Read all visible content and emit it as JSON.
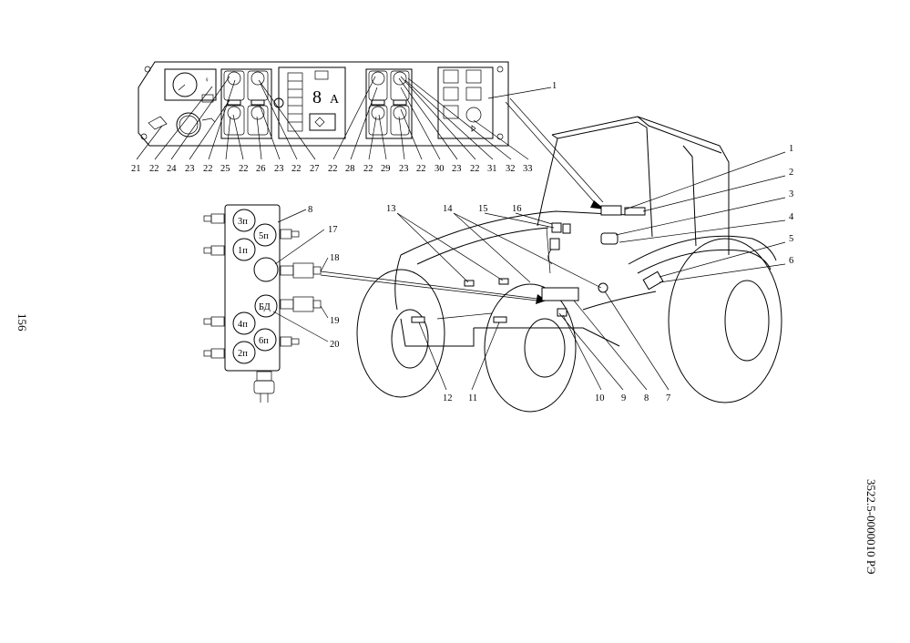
{
  "page": {
    "page_number": "156",
    "document_code": "3522.5-0000010 РЭ"
  },
  "panel_callouts": [
    "21",
    "22",
    "24",
    "23",
    "22",
    "25",
    "22",
    "26",
    "23",
    "22",
    "27",
    "22",
    "28",
    "22",
    "29",
    "23",
    "22",
    "30",
    "23",
    "22",
    "31",
    "32",
    "33"
  ],
  "panel_label": "1",
  "block_labels": [
    "3п",
    "5п",
    "1п",
    "БД",
    "4п",
    "6п",
    "2п"
  ],
  "block_callouts": [
    "8",
    "17",
    "18",
    "19",
    "20"
  ],
  "tractor_callouts": {
    "right": [
      "1",
      "2",
      "3",
      "4",
      "5",
      "6"
    ],
    "top": [
      "13",
      "14",
      "15",
      "16"
    ],
    "bottom": [
      "12",
      "11",
      "10",
      "9",
      "8",
      "7"
    ]
  }
}
